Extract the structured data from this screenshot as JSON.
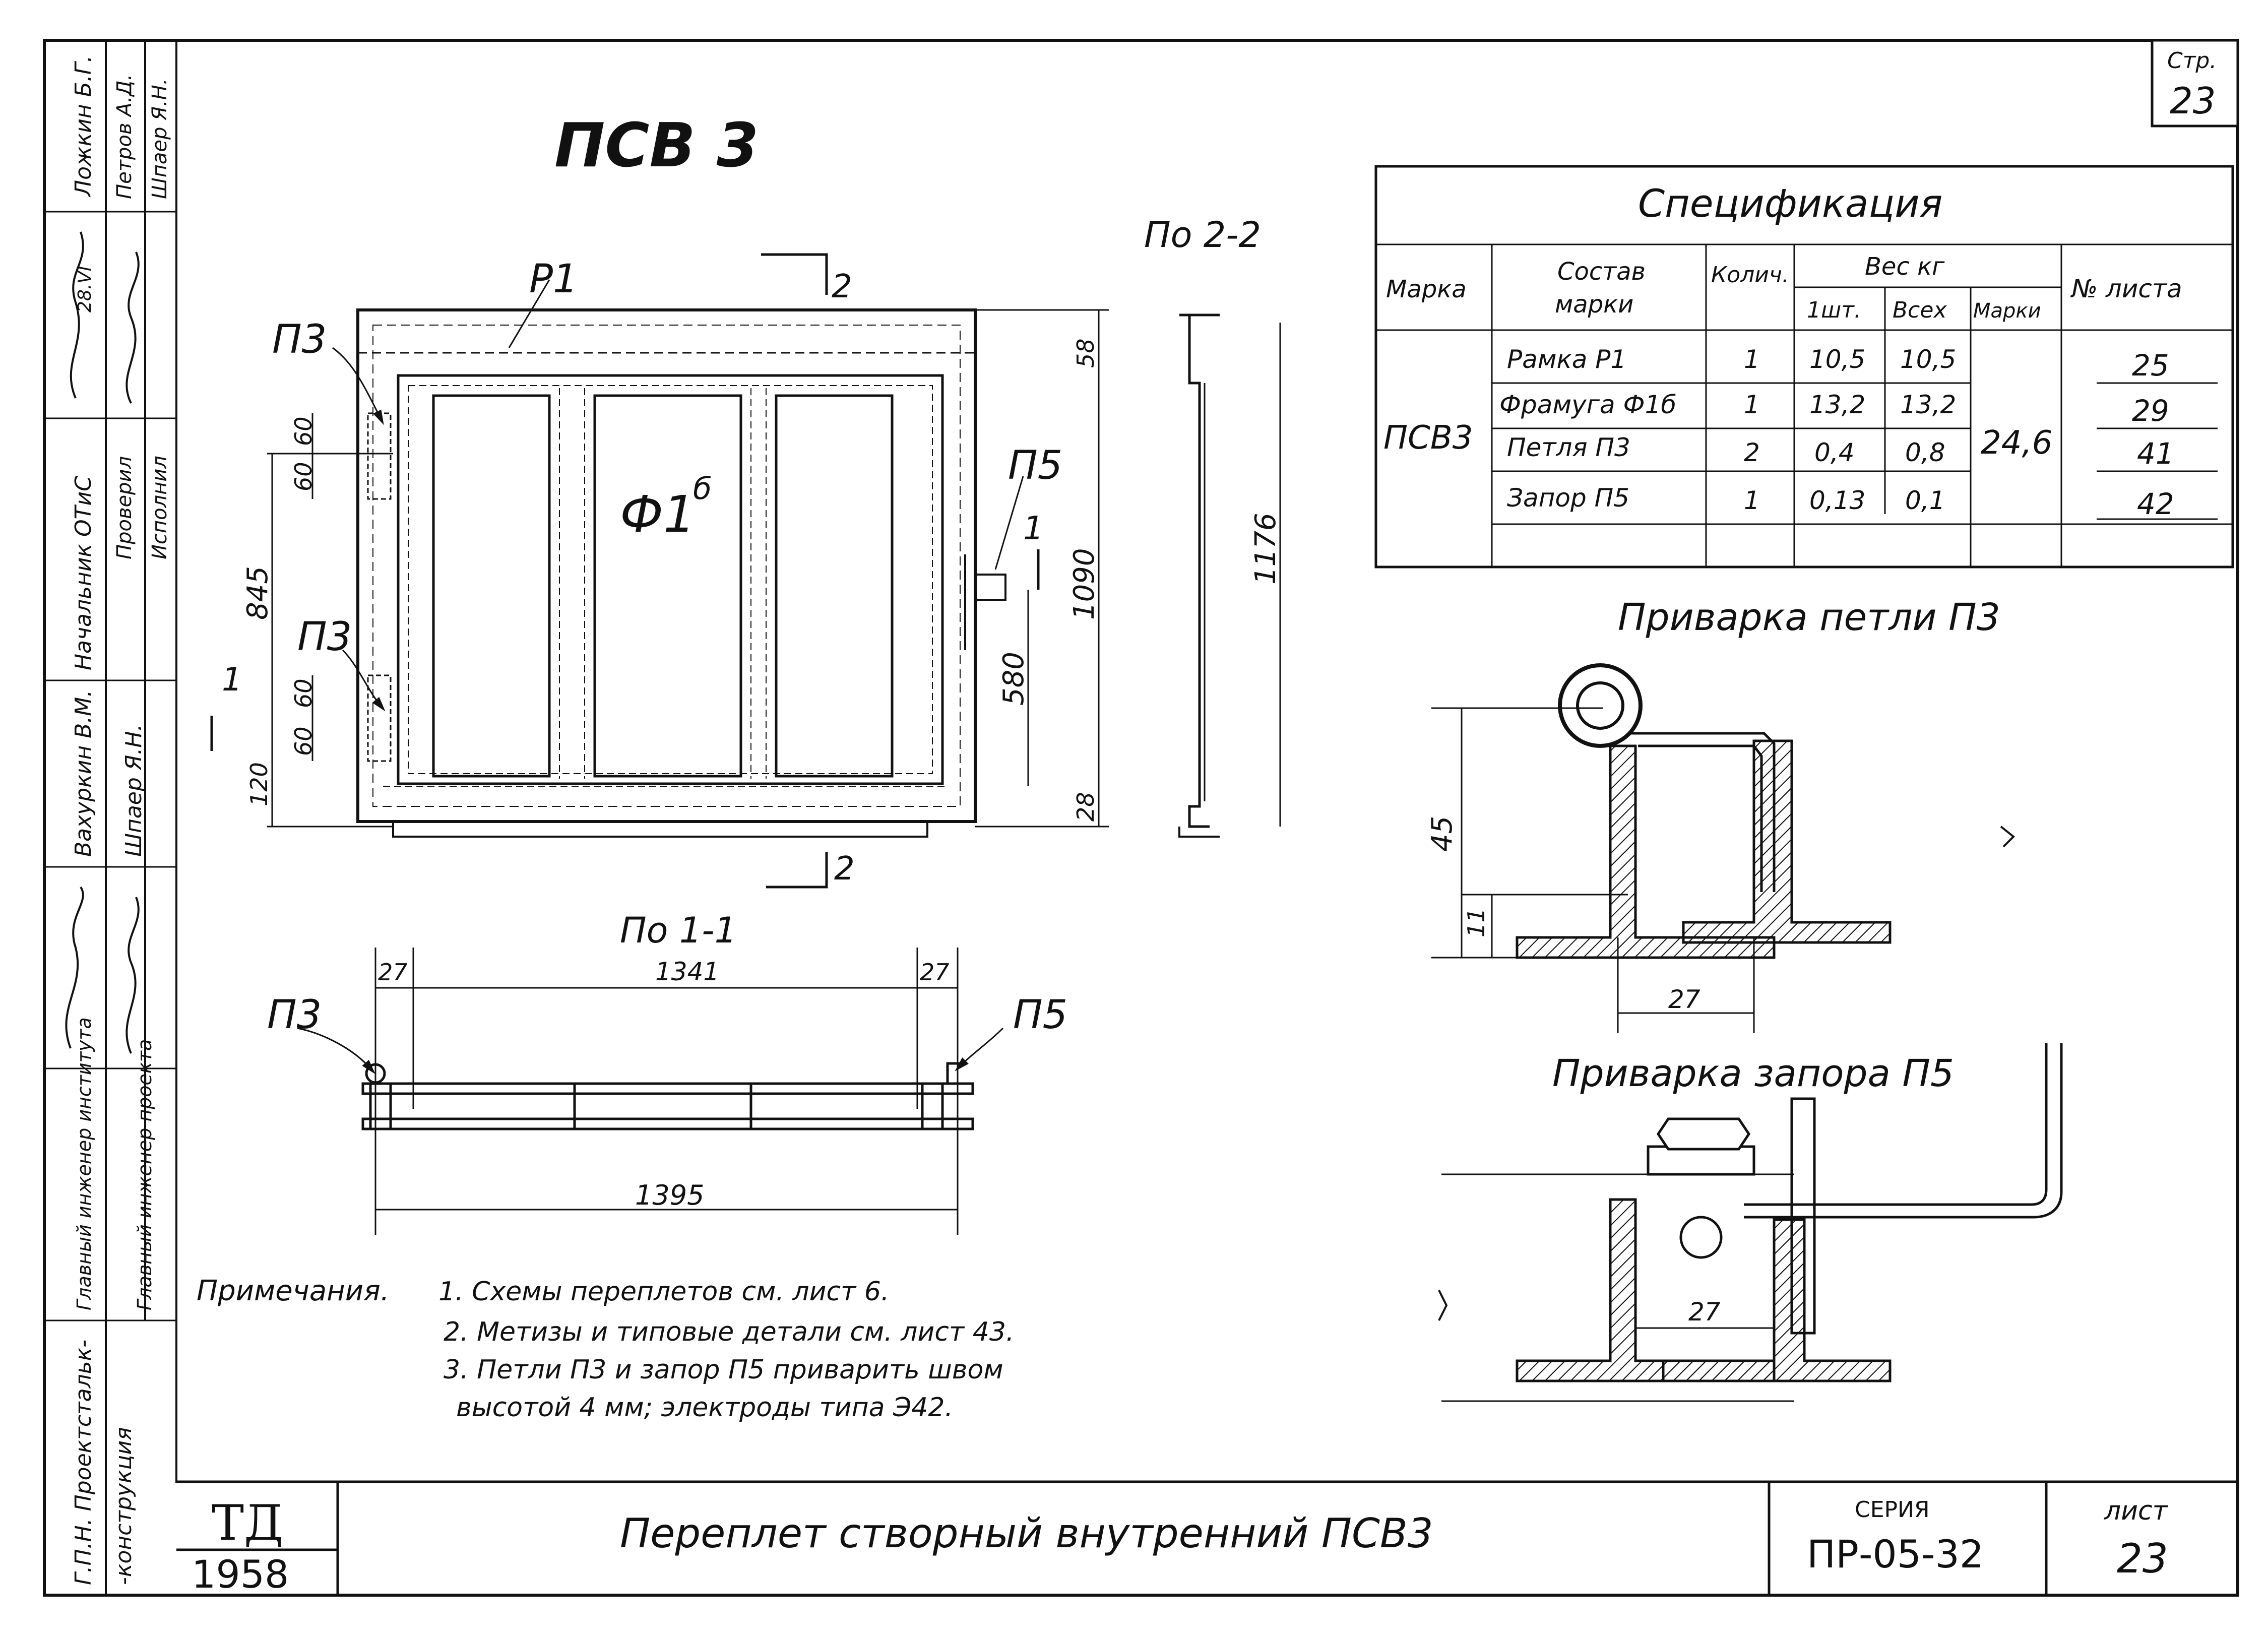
{
  "sheet": {
    "corner_page": {
      "label": "Стр.",
      "number": "23"
    },
    "drawing_title": "ПСВ 3",
    "section_2_2": "По 2-2",
    "section_1_1": "По 1-1",
    "section_arrows": {
      "s1": "1",
      "s2": "2"
    }
  },
  "plan": {
    "labels": {
      "p1": "Р1",
      "p3_top": "П3",
      "p3_mid": "П3",
      "p5": "П5",
      "f1": "Ф1",
      "f1_sup": "б"
    },
    "dims": {
      "d60a": "60",
      "d60b": "60",
      "d845": "845",
      "d60c": "60",
      "d60d": "60",
      "d120": "120",
      "d58": "58",
      "d1090": "1090",
      "d28": "28",
      "d580": "580",
      "d1176": "1176"
    }
  },
  "section11": {
    "labels": {
      "p3": "П3",
      "p5": "П5"
    },
    "dims": {
      "d27a": "27",
      "d1341": "1341",
      "d27b": "27",
      "d1395": "1395"
    }
  },
  "spec": {
    "title": "Спецификация",
    "headers": {
      "mark": "Марка",
      "composition": [
        "Состав",
        "марки"
      ],
      "qty": "Колич.",
      "weight": "Вес кг",
      "w_unit": "1шт.",
      "w_all": "Всех",
      "w_mark": "Марки",
      "sheet_no": "№ листа"
    },
    "mark_value": "ПСВ3",
    "mark_weight": "24,6",
    "rows": [
      {
        "name": "Рамка Р1",
        "qty": "1",
        "unit": "10,5",
        "all": "10,5",
        "sheet": "25"
      },
      {
        "name": "Фрамуга Ф1б",
        "qty": "1",
        "unit": "13,2",
        "all": "13,2",
        "sheet": "29"
      },
      {
        "name": "Петля П3",
        "qty": "2",
        "unit": "0,4",
        "all": "0,8",
        "sheet": "41"
      },
      {
        "name": "Запор П5",
        "qty": "1",
        "unit": "0,13",
        "all": "0,1",
        "sheet": "42"
      }
    ]
  },
  "detail_hinge": {
    "title": "Приварка петли П3",
    "d45": "45",
    "d11": "11",
    "d27": "27"
  },
  "detail_lock": {
    "title": "Приварка запора П5",
    "d27": "27"
  },
  "notes": {
    "heading": "Примечания.",
    "items": [
      "1. Схемы переплетов см. лист 6.",
      "2. Метизы и типовые детали см. лист 43.",
      "3. Петли П3 и запор П5 приварить швом",
      "высотой 4 мм; электроды типа Э42."
    ]
  },
  "title_block": {
    "td": "ТД",
    "year": "1958",
    "title": "Переплет створный внутренний ПСВ3",
    "series_label": "СЕРИЯ",
    "series": "ПР-05-32",
    "sheet_label": "лист",
    "sheet": "23"
  },
  "side_stamp": {
    "org": [
      "Г.П.Н. Проектстальк-",
      "-конструкция"
    ],
    "roles": [
      "Главный инженер института",
      "Главный инженер проекта",
      "Начальник ОТиС",
      "Проверил",
      "Исполнил"
    ],
    "names": [
      "Ложкин Б.Г.",
      "Петров А.Д.",
      "Шпаер Я.Н.",
      "Вахуркин В.М.",
      "Шпаер Я.Н."
    ],
    "date": "28.VI"
  }
}
